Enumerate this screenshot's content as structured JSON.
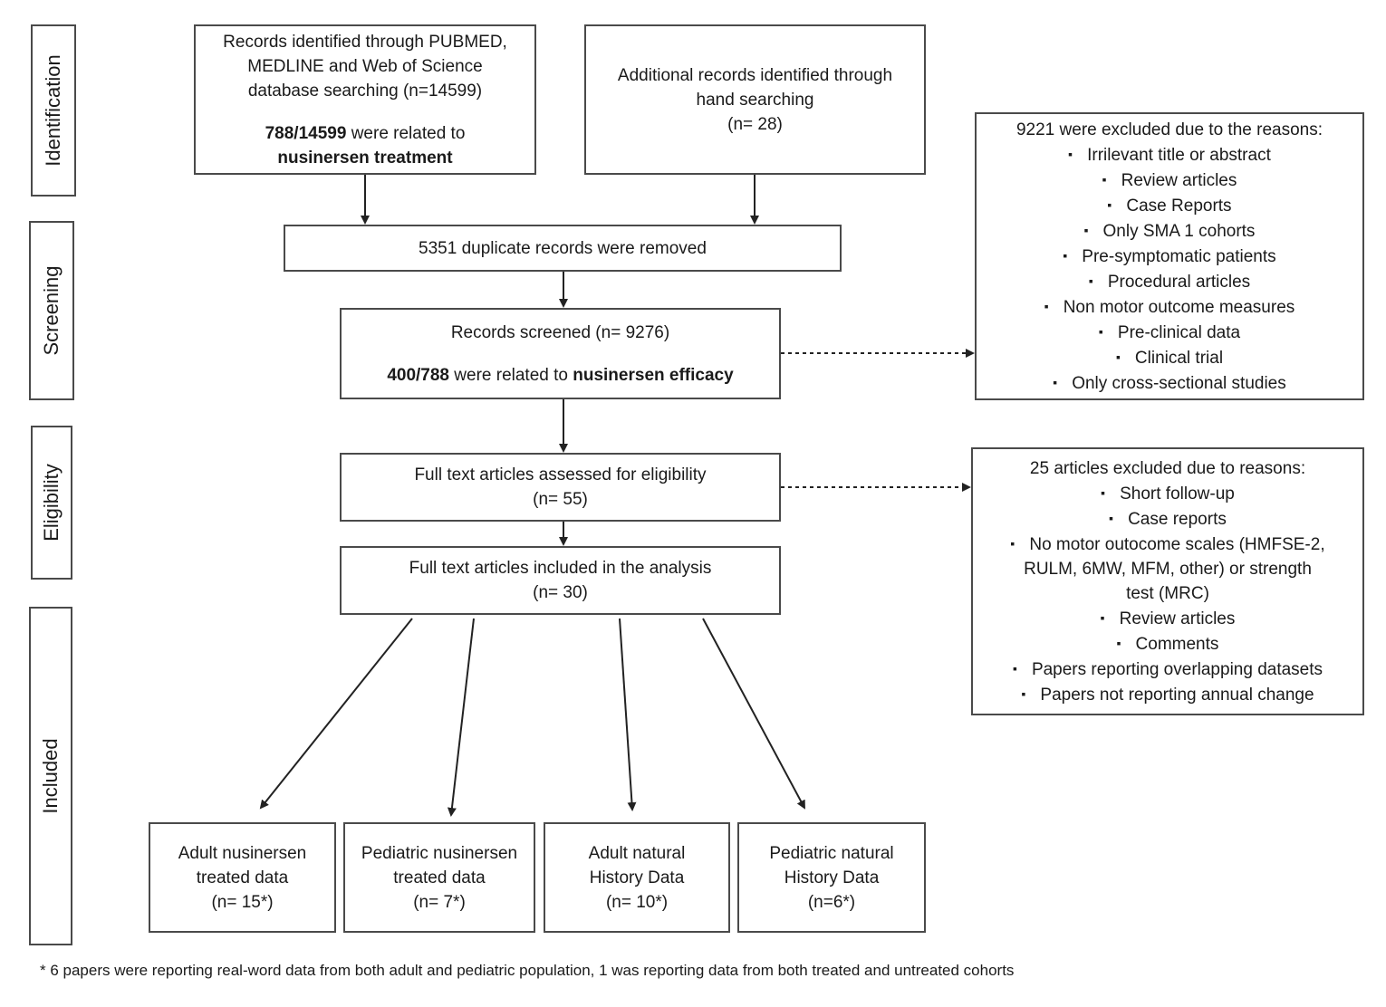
{
  "stages": {
    "identification": "Identification",
    "screening": "Screening",
    "eligibility": "Eligibility",
    "included": "Included"
  },
  "identified": {
    "line1": "Records identified through PUBMED,",
    "line2": "MEDLINE and Web of Science",
    "line3": "database searching (n=14599)",
    "related_count": "788/14599",
    "related_text": " were related to",
    "related_topic": "nusinersen treatment"
  },
  "additional": {
    "line1": "Additional records identified through",
    "line2": "hand searching",
    "line3": "(n= 28)"
  },
  "duplicates": {
    "text": "5351 duplicate records were removed"
  },
  "screened": {
    "line1": "Records screened  (n= 9276)",
    "efficacy_count": "400/788",
    "efficacy_text": " were related to ",
    "efficacy_topic": "nusinersen efficacy"
  },
  "excluded_screening": {
    "heading": "9221 were excluded due to the reasons:",
    "reasons": [
      "Irrilevant title or abstract",
      "Review articles",
      "Case Reports",
      "Only SMA 1 cohorts",
      "Pre-symptomatic patients",
      "Procedural articles",
      "Non motor outcome measures",
      "Pre-clinical data",
      "Clinical trial",
      "Only cross-sectional studies"
    ]
  },
  "eligibility": {
    "line1": "Full text articles assessed for eligibility",
    "line2": "(n= 55)"
  },
  "excluded_eligibility": {
    "heading": "25 articles excluded due to reasons:",
    "reasons": [
      "Short follow-up",
      "Case reports",
      "No motor outocome scales (HMFSE-2,",
      "Review articles",
      "Comments",
      "Papers reporting overlapping datasets",
      "Papers not reporting annual change"
    ],
    "continuation": [
      "RULM, 6MW, MFM, other) or strength",
      "test (MRC)"
    ]
  },
  "included": {
    "line1": "Full text articles included in the analysis",
    "line2": "(n= 30)"
  },
  "outcomes": [
    {
      "line1": "Adult nusinersen",
      "line2": "treated data",
      "line3": "(n= 15*)"
    },
    {
      "line1": "Pediatric nusinersen",
      "line2": "treated data",
      "line3": "(n= 7*)"
    },
    {
      "line1": "Adult natural",
      "line2": "History Data",
      "line3": "(n= 10*)"
    },
    {
      "line1": "Pediatric natural",
      "line2": "History Data",
      "line3": "(n=6*)"
    }
  ],
  "footnote": "* 6 papers were reporting real-word data from both adult and pediatric population, 1 was reporting data from both treated and untreated cohorts"
}
